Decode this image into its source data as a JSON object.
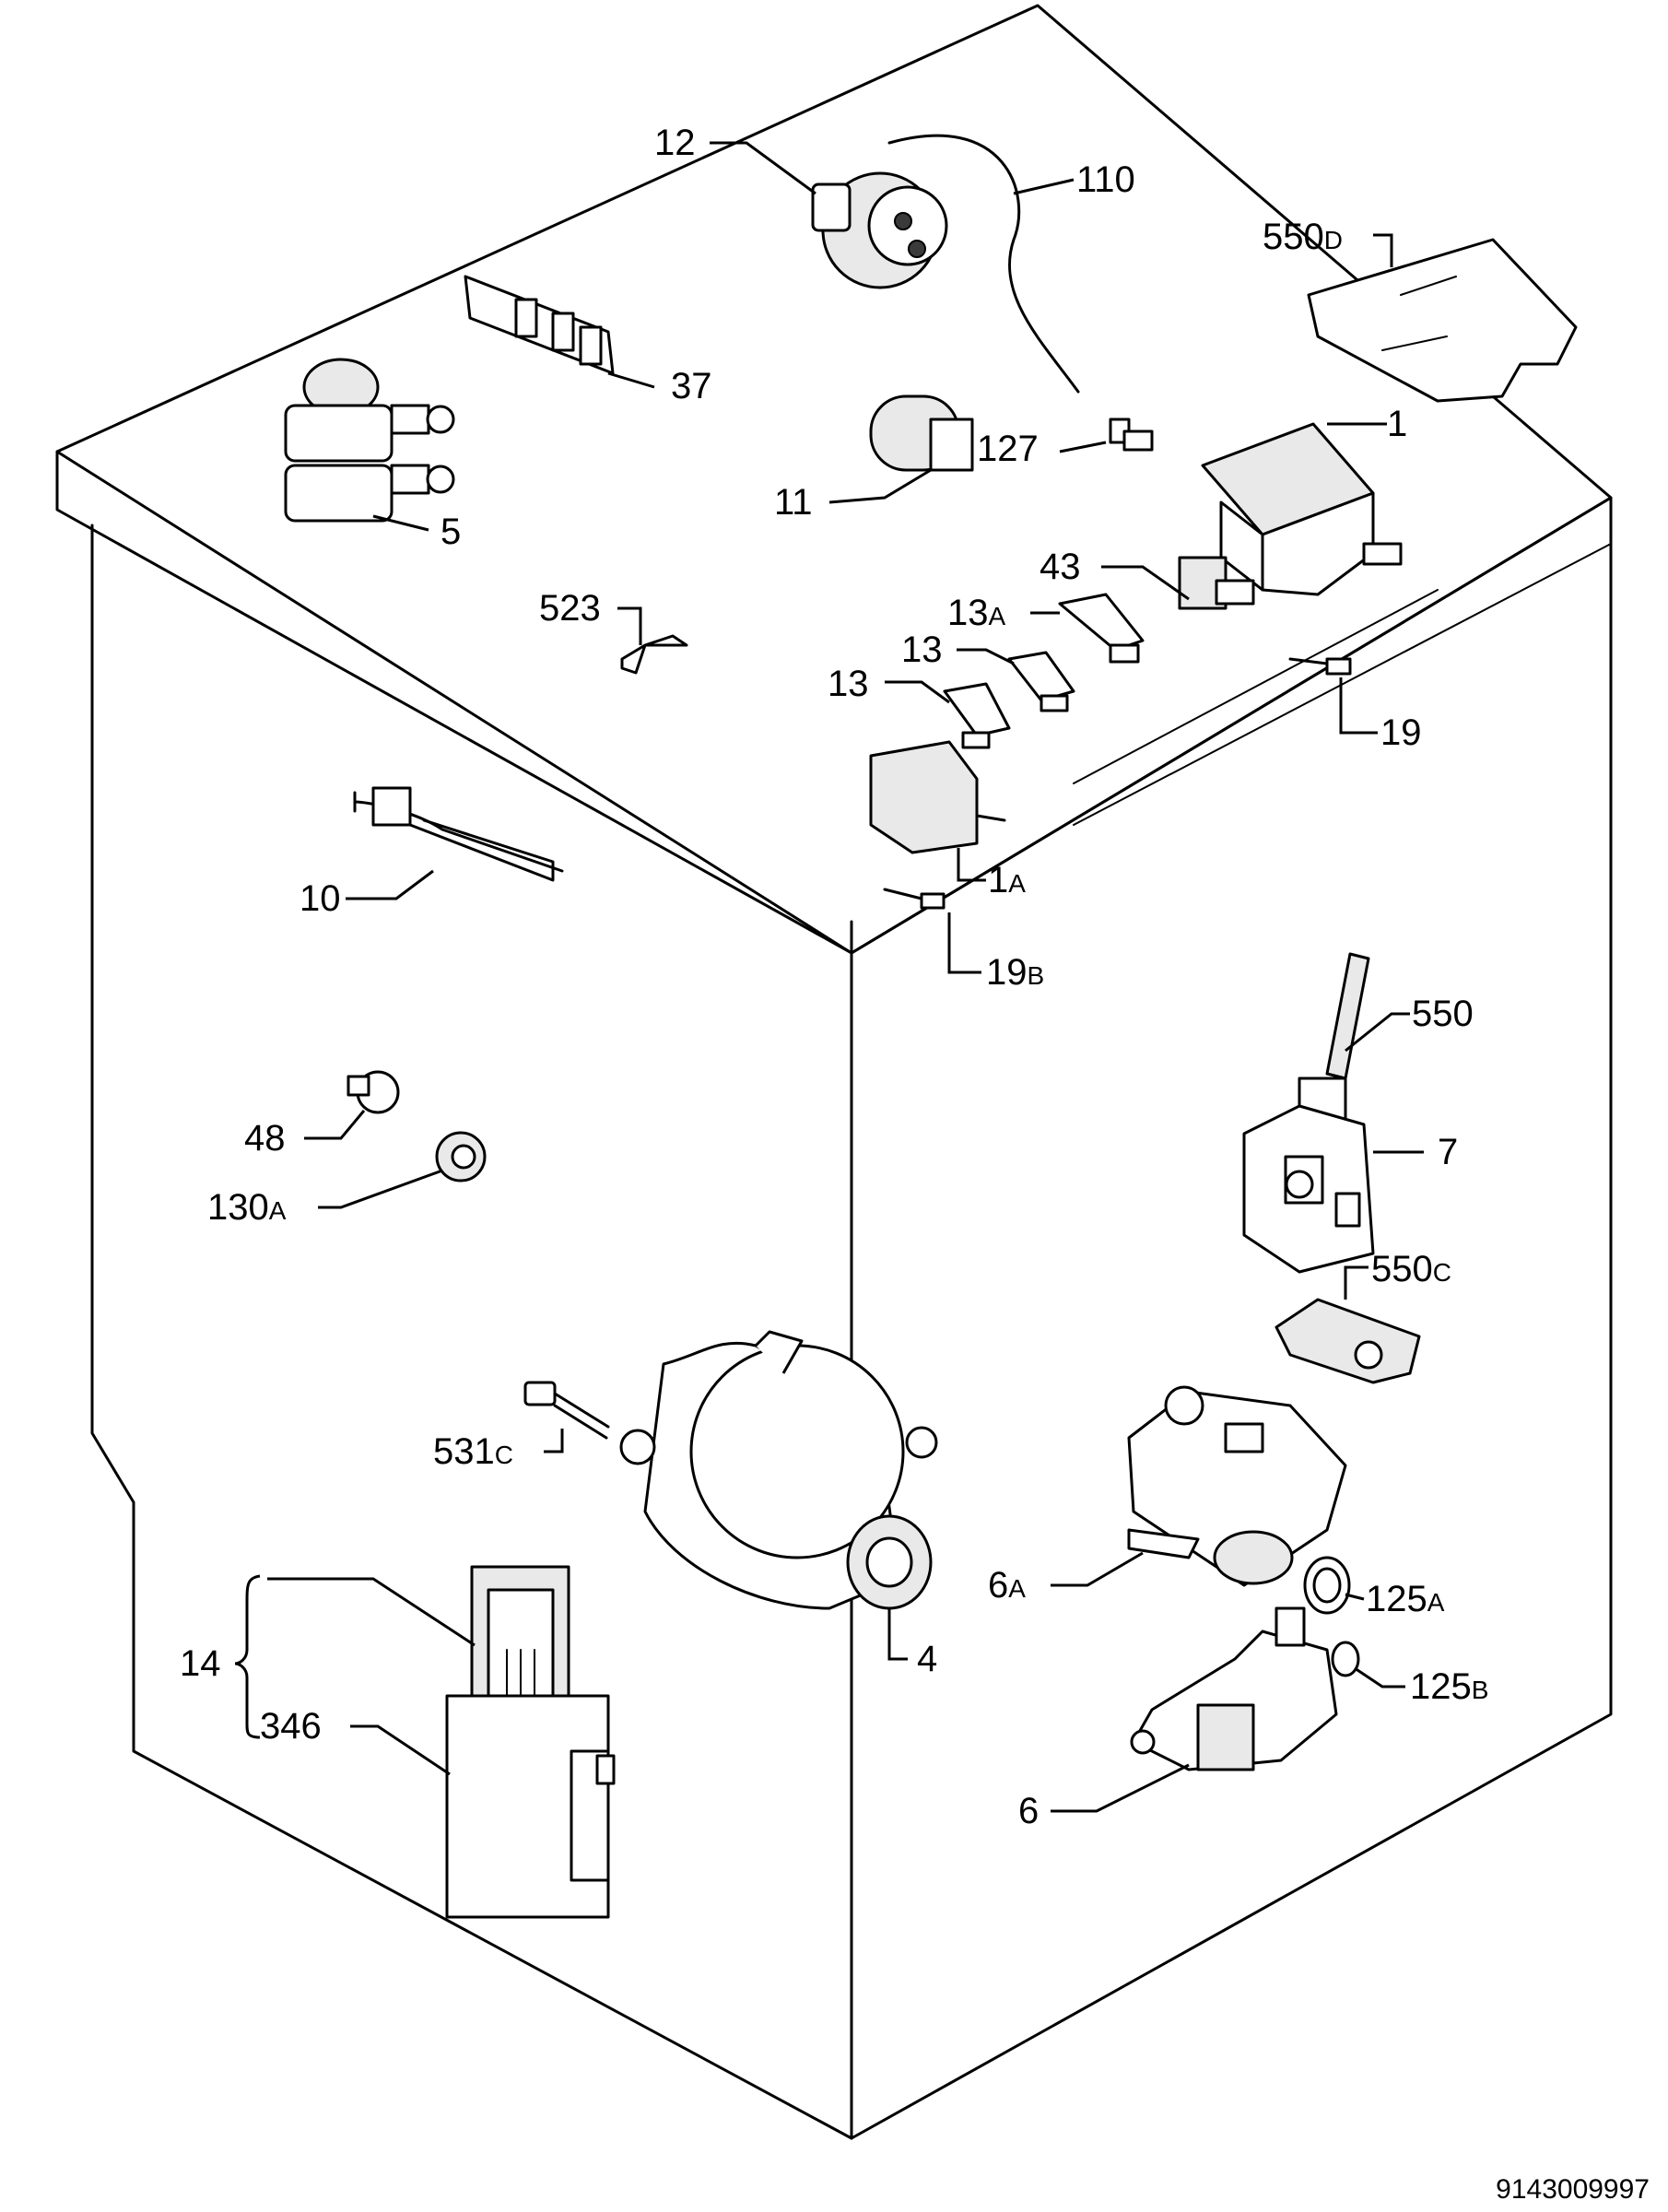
{
  "labels": {
    "p12": "12",
    "p110": "110",
    "p550D": {
      "num": "550",
      "suffix": "D"
    },
    "p37": "37",
    "p5": "5",
    "p127": "127",
    "p11": "11",
    "p1": "1",
    "p43": "43",
    "p13A": {
      "num": "13",
      "suffix": "A"
    },
    "p13a": "13",
    "p13b": "13",
    "p523": "523",
    "p19": "19",
    "p1A": {
      "num": "1",
      "suffix": "A"
    },
    "p10": "10",
    "p19B": {
      "num": "19",
      "suffix": "B"
    },
    "p550": "550",
    "p48": "48",
    "p7": "7",
    "p130A": {
      "num": "130",
      "suffix": "A"
    },
    "p550C": {
      "num": "550",
      "suffix": "C"
    },
    "p531C": {
      "num": "531",
      "suffix": "C"
    },
    "p6A": {
      "num": "6",
      "suffix": "A"
    },
    "p125A": {
      "num": "125",
      "suffix": "A"
    },
    "p14": "14",
    "p4": "4",
    "p125B": {
      "num": "125",
      "suffix": "B"
    },
    "p346": "346",
    "p6": "6"
  },
  "document_number": "9143009997"
}
